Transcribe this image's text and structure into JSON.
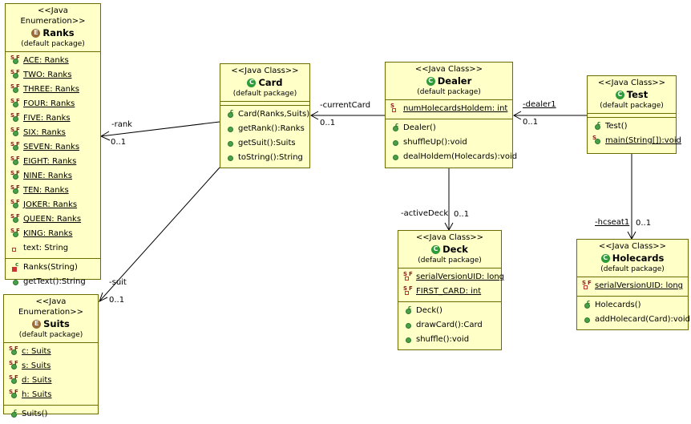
{
  "classes": {
    "ranks": {
      "stereotype": "<<Java Enumeration>>",
      "name": "Ranks",
      "package": "(default package)",
      "attributes": [
        "ACE: Ranks",
        "TWO: Ranks",
        "THREE: Ranks",
        "FOUR: Ranks",
        "FIVE: Ranks",
        "SIX: Ranks",
        "SEVEN: Ranks",
        "EIGHT: Ranks",
        "NINE: Ranks",
        "TEN: Ranks",
        "JOKER: Ranks",
        "QUEEN: Ranks",
        "KING: Ranks"
      ],
      "field": "text: String",
      "methods": [
        "Ranks(String)",
        "getText():String"
      ]
    },
    "suits": {
      "stereotype": "<<Java Enumeration>>",
      "name": "Suits",
      "package": "(default package)",
      "attributes": [
        "c: Suits",
        "s: Suits",
        "d: Suits",
        "h: Suits"
      ],
      "methods": [
        "Suits()"
      ]
    },
    "card": {
      "stereotype": "<<Java Class>>",
      "name": "Card",
      "package": "(default package)",
      "methods": [
        "Card(Ranks,Suits)",
        "getRank():Ranks",
        "getSuit():Suits",
        "toString():String"
      ]
    },
    "dealer": {
      "stereotype": "<<Java Class>>",
      "name": "Dealer",
      "package": "(default package)",
      "attributes": [
        "numHolecardsHoldem: int"
      ],
      "methods": [
        "Dealer()",
        "shuffleUp():void",
        "dealHoldem(Holecards):void"
      ]
    },
    "test": {
      "stereotype": "<<Java Class>>",
      "name": "Test",
      "package": "(default package)",
      "methods": [
        "Test()",
        "main(String[]):void"
      ]
    },
    "deck": {
      "stereotype": "<<Java Class>>",
      "name": "Deck",
      "package": "(default package)",
      "attributes": [
        "serialVersionUID: long",
        "FIRST_CARD: int"
      ],
      "methods": [
        "Deck()",
        "drawCard():Card",
        "shuffle():void"
      ]
    },
    "holecards": {
      "stereotype": "<<Java Class>>",
      "name": "Holecards",
      "package": "(default package)",
      "attributes": [
        "serialVersionUID: long"
      ],
      "methods": [
        "Holecards()",
        "addHolecard(Card):void"
      ]
    }
  },
  "associations": {
    "rank": {
      "role": "-rank",
      "mult": "0..1"
    },
    "suit": {
      "role": "-suit",
      "mult": "0..1"
    },
    "currentCard": {
      "role": "-currentCard",
      "mult": "0..1"
    },
    "dealer1": {
      "role": "-dealer1",
      "mult": "0..1"
    },
    "activeDeck": {
      "role": "-activeDeck",
      "mult": "0..1"
    },
    "hcseat1": {
      "role": "-hcseat1",
      "mult": "0..1"
    }
  },
  "icons": {
    "class": "C",
    "enum": "E"
  }
}
